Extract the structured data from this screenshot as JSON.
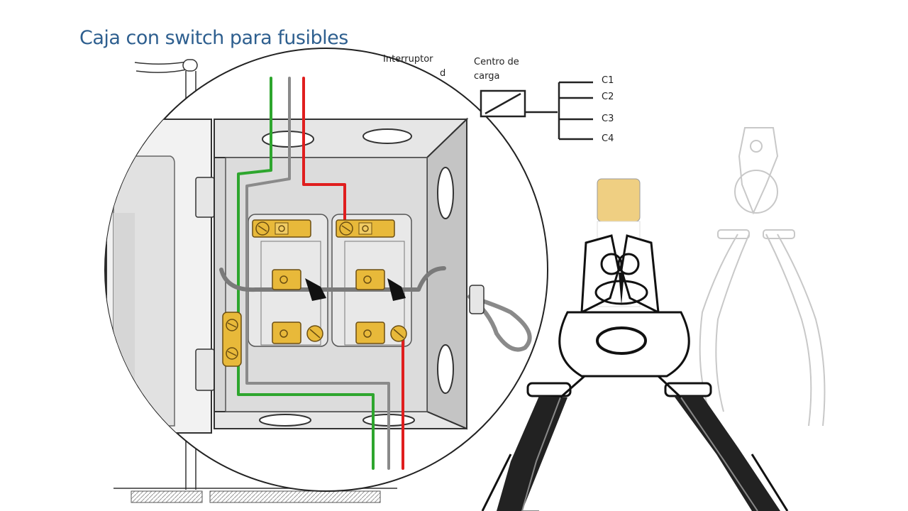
{
  "title": "Caja con switch para fusibles",
  "labels": {
    "interruptor_line1": "Interruptor",
    "interruptor_line2": "d",
    "centro_line1": "Centro de",
    "centro_line2": "carga"
  },
  "circuits": [
    "C1",
    "C2",
    "C3",
    "C4"
  ],
  "colors": {
    "title": "#2e5f8f",
    "wire_green": "#2ea62e",
    "wire_gray": "#8a8a8a",
    "wire_red": "#e01e1e",
    "terminal_brass": "#e8b93a",
    "box_gray": "#d2d2d2",
    "pliers_tip": "#efcf82"
  },
  "icons": [
    "fuse-box",
    "pliers-icon",
    "pliers-faded-icon",
    "load-center-icon",
    "magnifier-circle"
  ]
}
